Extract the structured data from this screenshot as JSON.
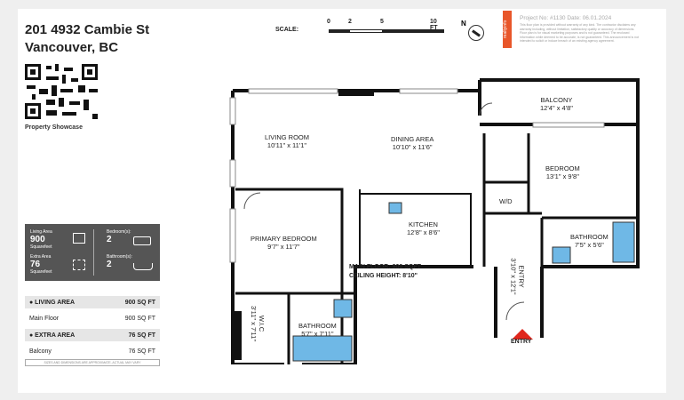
{
  "header": {
    "address_line1": "201 4932 Cambie St",
    "address_line2": "Vancouver, BC"
  },
  "qr": {
    "caption": "Property Showcase"
  },
  "stats": {
    "living_label": "Living Area",
    "living_value": "900",
    "living_unit": "Squarefeet",
    "extra_label": "Extra Area",
    "extra_value": "76",
    "extra_unit": "Squarefeet",
    "bedrooms_label": "Bedroom(s):",
    "bedrooms_value": "2",
    "bathrooms_label": "Bathroom(s):",
    "bathrooms_value": "2"
  },
  "area_table": [
    {
      "label": "● LIVING AREA",
      "value": "900 SQ FT",
      "header": true
    },
    {
      "label": "Main Floor",
      "value": "900 SQ FT",
      "header": false
    },
    {
      "label": "● EXTRA AREA",
      "value": "76 SQ FT",
      "header": true
    },
    {
      "label": "Balcony",
      "value": "76 SQ FT",
      "header": false
    }
  ],
  "disclaimer": "SIZES AND DIMENSIONS ARE APPROXIMATE, ACTUAL MAY VARY",
  "scale": {
    "label": "SCALE:",
    "ticks": [
      "0",
      "2",
      "5",
      "10 FT"
    ],
    "north": "N"
  },
  "project": {
    "text": "Project No: #1130   Date: 06.01.2024",
    "brand": "realtyinfo",
    "fine": "This floor plan is provided without warranty of any kind. The contractor disclaims any warranty including, without limitation, satisfactory quality or accuracy of dimensions. Floor plan is for visual marketing purposes and is not guaranteed. The enclosed information while deemed to be accurate, is not guaranteed. This announcement is not intended to solicit or induce breach of an existing agency agreement."
  },
  "rooms": {
    "living": {
      "name": "LIVING ROOM",
      "dim": "10'11\" x 11'1\""
    },
    "dining": {
      "name": "DINING AREA",
      "dim": "10'10\" x 11'6\""
    },
    "balcony": {
      "name": "BALCONY",
      "dim": "12'4\" x 4'8\""
    },
    "bedroom": {
      "name": "BEDROOM",
      "dim": "13'1\" x 9'8\""
    },
    "wd": {
      "name": "W/D"
    },
    "kitchen": {
      "name": "KITCHEN",
      "dim": "12'8\" x 8'6\""
    },
    "primary": {
      "name": "PRIMARY BEDROOM",
      "dim": "9'7\" x 11'7\""
    },
    "bath2": {
      "name": "BATHROOM",
      "dim": "7'5\" x 5'6\""
    },
    "entry": {
      "name": "ENTRY",
      "dim": "3'10\" x 12'1\""
    },
    "wic": {
      "name": "W.I.C",
      "dim": "3'11\" x 7'11\""
    },
    "bath1": {
      "name": "BATHROOM",
      "dim": "5'7\" x 7'11\""
    }
  },
  "floor_info": {
    "line1": "MAIN FLOOR: 900 SQFT",
    "line2": "CEILING HEIGHT: 8'10\""
  },
  "entry_marker": "ENTRY"
}
